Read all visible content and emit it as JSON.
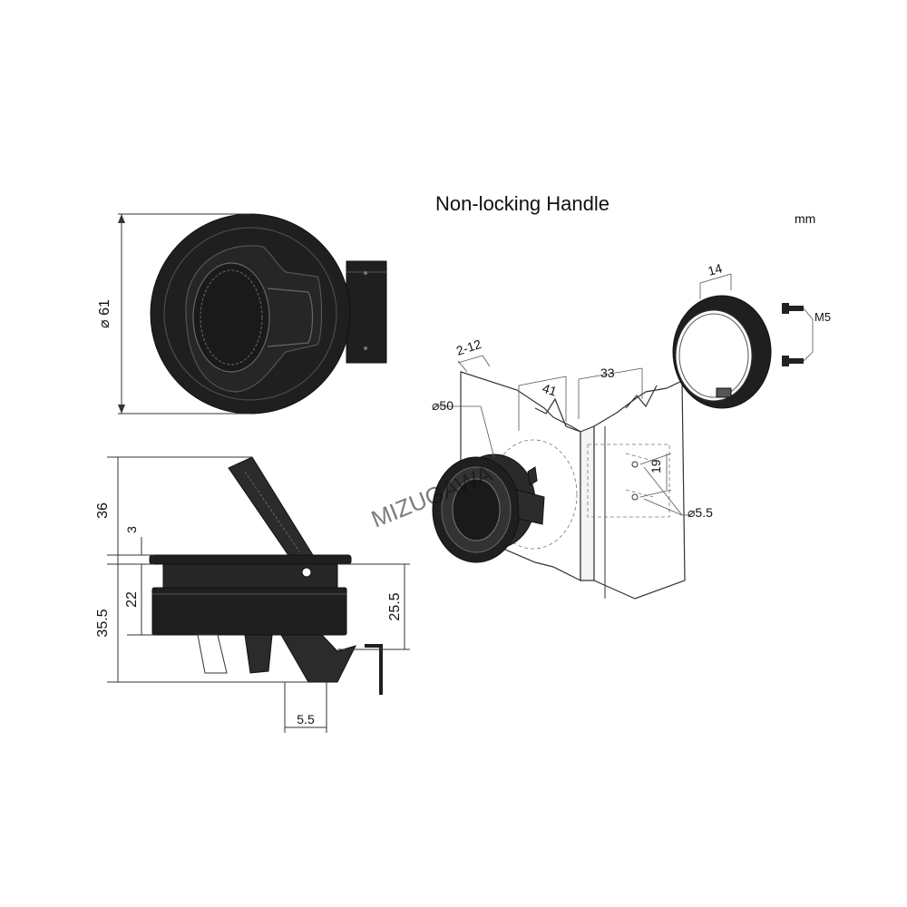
{
  "title": "Non-locking Handle",
  "unit": "mm",
  "watermark": "MIZUGAWA",
  "dimensions": {
    "top_view_diameter": "⌀ 61",
    "side_height_36": "36",
    "side_flange_3": "3",
    "side_body_22": "22",
    "side_total_35_5": "35.5",
    "side_right_25_5": "25.5",
    "side_bottom_5_5": "5.5",
    "iso_range": "2-12",
    "iso_hole_50": "⌀50",
    "iso_41": "41",
    "iso_33": "33",
    "iso_19": "19",
    "iso_hole_5_5": "⌀5.5",
    "iso_ring_14": "14",
    "iso_screw": "M5"
  },
  "colors": {
    "part": "#1f1f1f",
    "line": "#333333",
    "background": "#ffffff"
  }
}
